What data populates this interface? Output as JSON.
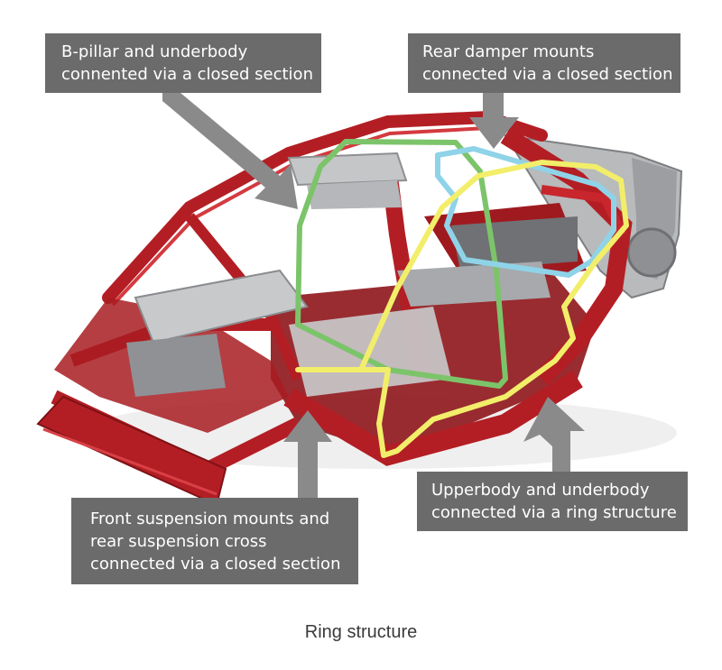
{
  "callouts": {
    "b_pillar": {
      "line1": "B-pillar and underbody",
      "line2": "connented via a closed section"
    },
    "rear_damper": {
      "line1": "Rear damper mounts",
      "line2": "connected via a closed section"
    },
    "front_suspension": {
      "line1": "Front suspension mounts and",
      "line2": "rear suspension cross",
      "line3": "connected via a closed section"
    },
    "upperbody": {
      "line1": "Upperbody and underbody",
      "line2": "connected via a ring structure"
    }
  },
  "caption": "Ring structure",
  "colors": {
    "callout_background": "#6b6b6b",
    "body_red": "#b31e24",
    "ring_green": "#7cc46a",
    "ring_blue": "#8fd3e8",
    "ring_yellow": "#f2ee6a",
    "frame_gray": "#a9abad"
  }
}
